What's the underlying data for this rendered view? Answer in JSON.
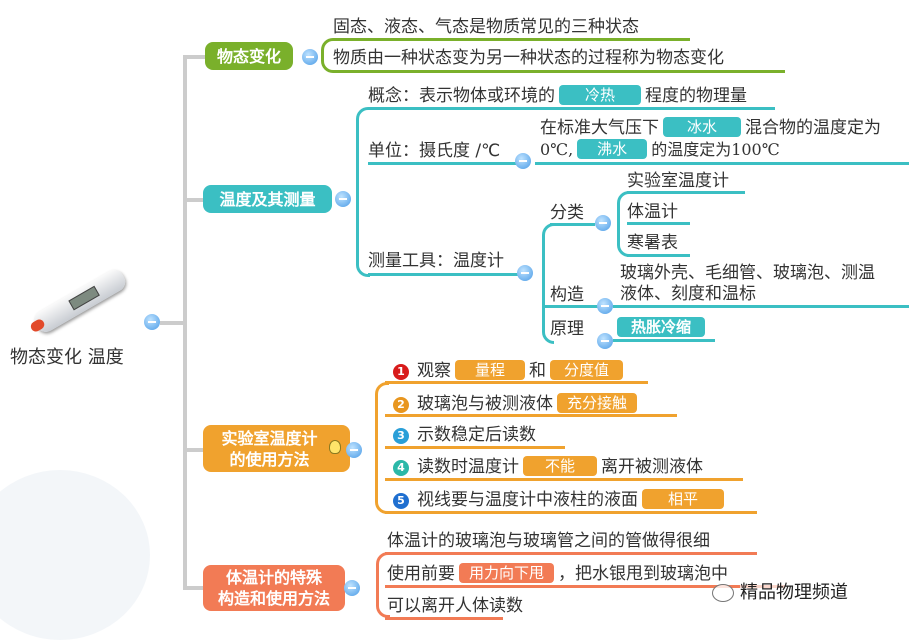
{
  "root": {
    "label": "物态变化 温度"
  },
  "colors": {
    "green": "#7ab02b",
    "teal": "#3bbfc3",
    "orange": "#f0a22e",
    "salmon": "#f27b55",
    "trunk": "#cccccc"
  },
  "b1": {
    "label": "物态变化",
    "items": [
      "固态、液态、气态是物质常见的三种状态",
      "物质由一种状态变为另一种状态的过程称为物态变化"
    ]
  },
  "b2": {
    "label": "温度及其测量",
    "concept": {
      "pre": "概念：表示物体或环境的",
      "blank": "冷热",
      "post": "程度的物理量"
    },
    "unit": {
      "label": "单位：摄氏度 /℃",
      "l1_pre": "在标准大气压下",
      "l1_blank": "冰水",
      "l1_post": "混合物的温度定为",
      "l2_pre": "0℃,",
      "l2_blank": "沸水",
      "l2_post": "的温度定为100℃"
    },
    "tool": {
      "label": "测量工具：温度计",
      "classify": {
        "label": "分类",
        "items": [
          "实验室温度计",
          "体温计",
          "寒暑表"
        ]
      },
      "structure": {
        "label": "构造",
        "l1": "玻璃外壳、毛细管、玻璃泡、测温",
        "l2": "液体、刻度和温标"
      },
      "principle": {
        "label": "原理",
        "blank": "热胀冷缩"
      }
    }
  },
  "b3": {
    "label1": "实验室温度计",
    "label2": "的使用方法",
    "s1": {
      "n": "1",
      "pre": "观察",
      "b1": "量程",
      "mid": "和",
      "b2": "分度值"
    },
    "s2": {
      "n": "2",
      "pre": "玻璃泡与被测液体",
      "b": "充分接触"
    },
    "s3": {
      "n": "3",
      "pre": "示数稳定后读数"
    },
    "s4": {
      "n": "4",
      "pre": "读数时温度计",
      "b": "不能",
      "post": "离开被测液体"
    },
    "s5": {
      "n": "5",
      "pre": "视线要与温度计中液柱的液面",
      "b": "相平"
    }
  },
  "b4": {
    "label1": "体温计的特殊",
    "label2": "构造和使用方法",
    "i1": "体温计的玻璃泡与玻璃管之间的管做得很细",
    "i2_pre": "使用前要",
    "i2_b": "用力向下甩",
    "i2_post": "，把水银甩到玻璃泡中",
    "i3": "可以离开人体读数"
  },
  "watermark": "精品物理频道"
}
